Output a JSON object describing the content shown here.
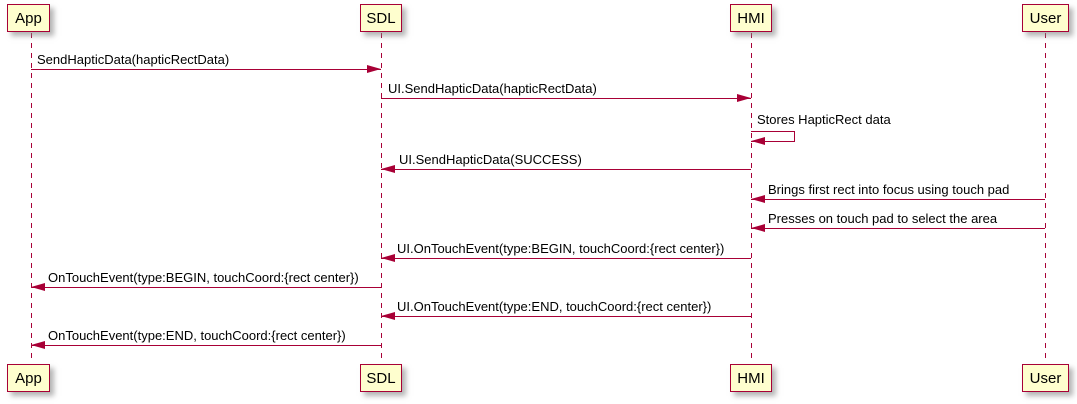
{
  "diagram": {
    "type": "uml-sequence-diagram",
    "participants": [
      {
        "name": "App"
      },
      {
        "name": "SDL"
      },
      {
        "name": "HMI"
      },
      {
        "name": "User"
      }
    ],
    "messages": [
      {
        "from": "App",
        "to": "SDL",
        "direction": "right",
        "label": "SendHapticData(hapticRectData)"
      },
      {
        "from": "SDL",
        "to": "HMI",
        "direction": "right",
        "label": "UI.SendHapticData(hapticRectData)"
      },
      {
        "from": "HMI",
        "to": "HMI",
        "direction": "self",
        "label": "Stores HapticRect data"
      },
      {
        "from": "HMI",
        "to": "SDL",
        "direction": "left",
        "label": "UI.SendHapticData(SUCCESS)"
      },
      {
        "from": "User",
        "to": "HMI",
        "direction": "left",
        "label": "Brings first rect into focus using touch pad"
      },
      {
        "from": "User",
        "to": "HMI",
        "direction": "left",
        "label": "Presses on touch pad to select the area"
      },
      {
        "from": "HMI",
        "to": "SDL",
        "direction": "left",
        "label": "UI.OnTouchEvent(type:BEGIN, touchCoord:{rect center})"
      },
      {
        "from": "SDL",
        "to": "App",
        "direction": "left",
        "label": "OnTouchEvent(type:BEGIN, touchCoord:{rect center})"
      },
      {
        "from": "HMI",
        "to": "SDL",
        "direction": "left",
        "label": "UI.OnTouchEvent(type:END, touchCoord:{rect center})"
      },
      {
        "from": "SDL",
        "to": "App",
        "direction": "left",
        "label": "OnTouchEvent(type:END, touchCoord:{rect center})"
      }
    ],
    "colors": {
      "participant_fill": "#FEFECE",
      "border": "#A80036",
      "arrow": "#A80036",
      "lifeline": "#A80036",
      "text": "#000000",
      "background": "#FFFFFF"
    }
  }
}
